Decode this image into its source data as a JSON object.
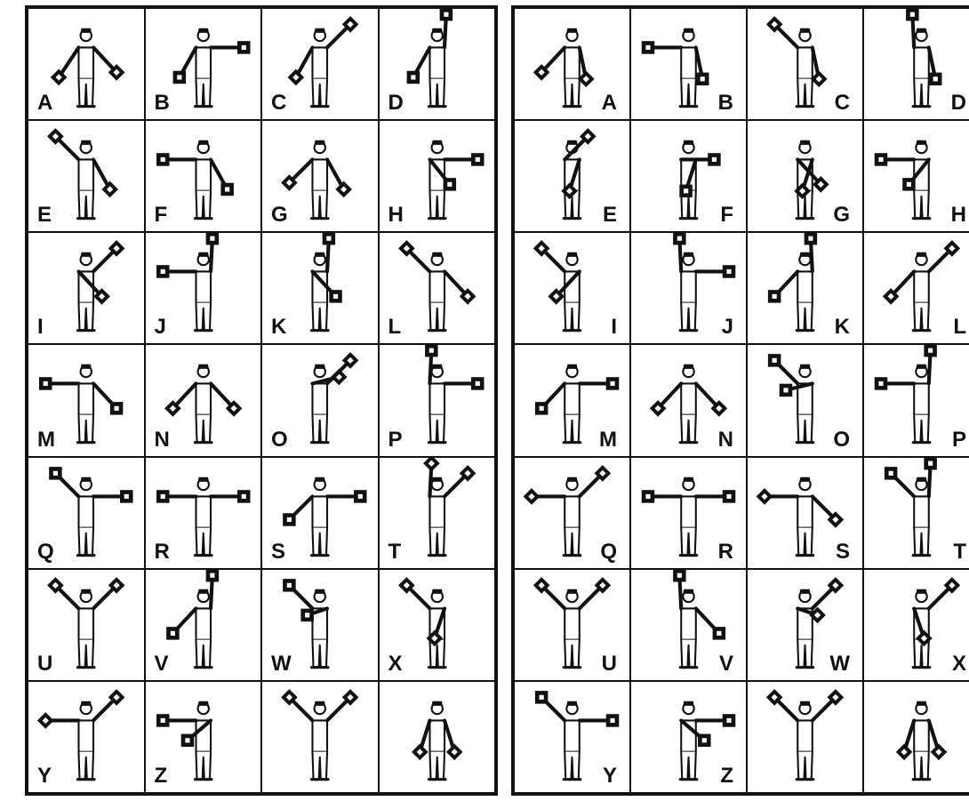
{
  "left_panel": {
    "cells": [
      {
        "letter": "A",
        "l": [
          -0.6,
          0.9
        ],
        "r": [
          0.7,
          0.75
        ],
        "flag": "D"
      },
      {
        "letter": "B",
        "l": [
          -0.5,
          0.9
        ],
        "r": [
          1,
          0
        ],
        "flag": "S"
      },
      {
        "letter": "C",
        "l": [
          -0.5,
          0.9
        ],
        "r": [
          0.7,
          -0.7
        ],
        "flag": "D"
      },
      {
        "letter": "D",
        "l": [
          -0.5,
          0.9
        ],
        "r": [
          0.05,
          -1
        ],
        "flag": "S"
      },
      {
        "letter": "E",
        "l": [
          -0.7,
          -0.7
        ],
        "r": [
          0.5,
          0.9
        ],
        "flag": "D"
      },
      {
        "letter": "F",
        "l": [
          -1,
          0
        ],
        "r": [
          0.5,
          0.9
        ],
        "flag": "S"
      },
      {
        "letter": "G",
        "l": [
          -0.7,
          0.7
        ],
        "r": [
          0.5,
          0.9
        ],
        "flag": "D"
      },
      {
        "letter": "H",
        "l": [
          0.6,
          0.75
        ],
        "r": [
          1,
          0
        ],
        "flag": "S"
      },
      {
        "letter": "I",
        "l": [
          0.7,
          0.75
        ],
        "r": [
          0.7,
          -0.7
        ],
        "flag": "D"
      },
      {
        "letter": "J",
        "l": [
          -1,
          0
        ],
        "r": [
          0.05,
          -1
        ],
        "flag": "S"
      },
      {
        "letter": "K",
        "l": [
          0.7,
          0.75
        ],
        "r": [
          0.05,
          -1
        ],
        "flag": "S"
      },
      {
        "letter": "L",
        "l": [
          -0.7,
          -0.7
        ],
        "r": [
          0.7,
          0.75
        ],
        "flag": "D"
      },
      {
        "letter": "M",
        "l": [
          -1,
          0
        ],
        "r": [
          0.7,
          0.75
        ],
        "flag": "S"
      },
      {
        "letter": "N",
        "l": [
          -0.7,
          0.75
        ],
        "r": [
          0.7,
          0.75
        ],
        "flag": "D"
      },
      {
        "letter": "O",
        "l": [
          0.8,
          -0.2
        ],
        "r": [
          0.7,
          -0.7
        ],
        "flag": "D"
      },
      {
        "letter": "P",
        "l": [
          0.05,
          -1
        ],
        "r": [
          1,
          0
        ],
        "flag": "S"
      },
      {
        "letter": "Q",
        "l": [
          -0.7,
          -0.7
        ],
        "r": [
          1,
          0
        ],
        "flag": "S"
      },
      {
        "letter": "R",
        "l": [
          -1,
          0
        ],
        "r": [
          1,
          0
        ],
        "flag": "S"
      },
      {
        "letter": "S",
        "l": [
          -0.7,
          0.7
        ],
        "r": [
          1,
          0
        ],
        "flag": "S"
      },
      {
        "letter": "T",
        "l": [
          0.05,
          -1
        ],
        "r": [
          0.7,
          -0.7
        ],
        "flag": "D"
      },
      {
        "letter": "U",
        "l": [
          -0.7,
          -0.7
        ],
        "r": [
          0.7,
          -0.7
        ],
        "flag": "D"
      },
      {
        "letter": "V",
        "l": [
          -0.7,
          0.75
        ],
        "r": [
          0.05,
          -1
        ],
        "flag": "S"
      },
      {
        "letter": "W",
        "l": [
          -0.7,
          -0.7
        ],
        "r": [
          -0.6,
          0.2
        ],
        "flag": "S"
      },
      {
        "letter": "X",
        "l": [
          -0.7,
          -0.7
        ],
        "r": [
          -0.3,
          0.9
        ],
        "flag": "D"
      },
      {
        "letter": "Y",
        "l": [
          -1,
          0
        ],
        "r": [
          0.7,
          -0.7
        ],
        "flag": "D"
      },
      {
        "letter": "Z",
        "l": [
          -1,
          0
        ],
        "r": [
          -0.7,
          0.6
        ],
        "flag": "S"
      },
      {
        "letter": "",
        "l": [
          -0.7,
          -0.7
        ],
        "r": [
          0.7,
          -0.7
        ],
        "flag": "D"
      },
      {
        "letter": "",
        "l": [
          -0.3,
          0.95
        ],
        "r": [
          0.3,
          0.95
        ],
        "flag": "D"
      }
    ]
  },
  "right_panel": {
    "cells": [
      {
        "letter": "A",
        "l": [
          -0.7,
          0.75
        ],
        "r": [
          0.2,
          0.95
        ],
        "flag": "D"
      },
      {
        "letter": "B",
        "l": [
          -1,
          0
        ],
        "r": [
          0.2,
          0.95
        ],
        "flag": "S"
      },
      {
        "letter": "C",
        "l": [
          -0.7,
          -0.7
        ],
        "r": [
          0.2,
          0.95
        ],
        "flag": "D"
      },
      {
        "letter": "D",
        "l": [
          -0.05,
          -1
        ],
        "r": [
          0.2,
          0.95
        ],
        "flag": "S"
      },
      {
        "letter": "E",
        "l": [
          0.7,
          -0.7
        ],
        "r": [
          -0.3,
          0.95
        ],
        "flag": "D"
      },
      {
        "letter": "F",
        "l": [
          1,
          0
        ],
        "r": [
          -0.3,
          0.95
        ],
        "flag": "S"
      },
      {
        "letter": "G",
        "l": [
          0.7,
          0.75
        ],
        "r": [
          -0.3,
          0.95
        ],
        "flag": "D"
      },
      {
        "letter": "H",
        "l": [
          -1,
          0
        ],
        "r": [
          -0.6,
          0.75
        ],
        "flag": "S"
      },
      {
        "letter": "I",
        "l": [
          -0.7,
          -0.7
        ],
        "r": [
          -0.7,
          0.75
        ],
        "flag": "D"
      },
      {
        "letter": "J",
        "l": [
          -0.05,
          -1
        ],
        "r": [
          1,
          0
        ],
        "flag": "S"
      },
      {
        "letter": "K",
        "l": [
          -0.7,
          0.75
        ],
        "r": [
          -0.05,
          -1
        ],
        "flag": "S"
      },
      {
        "letter": "L",
        "l": [
          -0.7,
          0.75
        ],
        "r": [
          0.7,
          -0.7
        ],
        "flag": "D"
      },
      {
        "letter": "M",
        "l": [
          -0.7,
          0.75
        ],
        "r": [
          1,
          0
        ],
        "flag": "S"
      },
      {
        "letter": "N",
        "l": [
          -0.7,
          0.75
        ],
        "r": [
          0.7,
          0.75
        ],
        "flag": "D"
      },
      {
        "letter": "O",
        "l": [
          -0.7,
          -0.7
        ],
        "r": [
          -0.8,
          0.2
        ],
        "flag": "S"
      },
      {
        "letter": "P",
        "l": [
          -1,
          0
        ],
        "r": [
          0.05,
          -1
        ],
        "flag": "S"
      },
      {
        "letter": "Q",
        "l": [
          -1,
          0
        ],
        "r": [
          0.7,
          -0.7
        ],
        "flag": "D"
      },
      {
        "letter": "R",
        "l": [
          -1,
          0
        ],
        "r": [
          1,
          0
        ],
        "flag": "S"
      },
      {
        "letter": "S",
        "l": [
          -1,
          0
        ],
        "r": [
          0.7,
          0.7
        ],
        "flag": "D"
      },
      {
        "letter": "T",
        "l": [
          -0.7,
          -0.7
        ],
        "r": [
          0.05,
          -1
        ],
        "flag": "S"
      },
      {
        "letter": "U",
        "l": [
          -0.7,
          -0.7
        ],
        "r": [
          0.7,
          -0.7
        ],
        "flag": "D"
      },
      {
        "letter": "V",
        "l": [
          -0.05,
          -1
        ],
        "r": [
          0.7,
          0.75
        ],
        "flag": "S"
      },
      {
        "letter": "W",
        "l": [
          0.6,
          0.2
        ],
        "r": [
          0.7,
          -0.7
        ],
        "flag": "D"
      },
      {
        "letter": "X",
        "l": [
          0.3,
          0.9
        ],
        "r": [
          0.7,
          -0.7
        ],
        "flag": "D"
      },
      {
        "letter": "Y",
        "l": [
          -0.7,
          -0.7
        ],
        "r": [
          1,
          0
        ],
        "flag": "S"
      },
      {
        "letter": "Z",
        "l": [
          0.7,
          0.6
        ],
        "r": [
          1,
          0
        ],
        "flag": "S"
      },
      {
        "letter": "",
        "l": [
          -0.7,
          -0.7
        ],
        "r": [
          0.7,
          -0.7
        ],
        "flag": "D"
      },
      {
        "letter": "",
        "l": [
          -0.3,
          0.95
        ],
        "r": [
          0.3,
          0.95
        ],
        "flag": "D"
      }
    ]
  }
}
